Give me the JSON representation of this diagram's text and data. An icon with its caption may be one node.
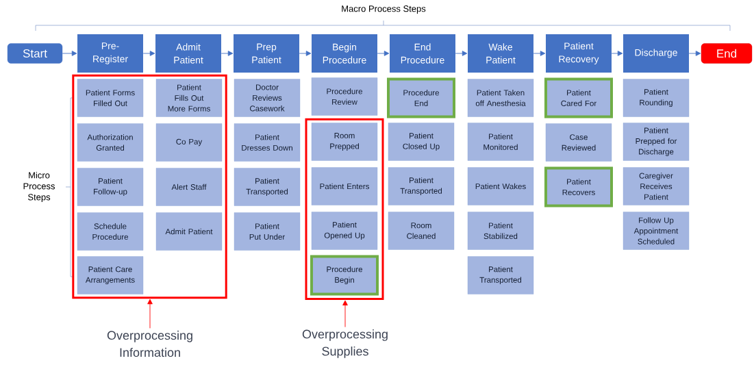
{
  "diagram": {
    "nodes": [
      {
        "text": [
          "Start"
        ]
      },
      {
        "text": [
          "Pre- Register"
        ]
      },
      {
        "text": [
          "Admit Patient"
        ]
      },
      {
        "text": [
          "Prep Patient"
        ]
      },
      {
        "text": [
          "Begin Procedure"
        ]
      },
      {
        "text": [
          "End Procedure"
        ]
      },
      {
        "text": [
          "Wake Patient"
        ]
      },
      {
        "text": [
          "Patient Recovery"
        ]
      },
      {
        "text": [
          "Discharge"
        ]
      },
      {
        "text": [
          "End"
        ]
      },
      {
        "text": [],
        "shape": "box"
      },
      {
        "text": [
          "Patient Forms Filled Out"
        ],
        "in": 10
      },
      {
        "text": [
          "Authorization Granted"
        ],
        "in": 10
      },
      {
        "text": [
          "Patient Follow-up"
        ],
        "in": 10
      },
      {
        "text": [
          "Schedule Procedure"
        ],
        "in": 10
      },
      {
        "text": [
          "Patient Care Arrangements"
        ],
        "in": 10
      },
      {
        "text": [
          "Patient Fills Out More Forms"
        ],
        "in": 10
      },
      {
        "text": [
          "Co Pay"
        ],
        "in": 10
      },
      {
        "text": [
          "Alert Staff"
        ],
        "in": 10
      },
      {
        "text": [
          "Admit Patient"
        ],
        "in": 10
      },
      {
        "text": [
          "Doctor Reviews Casework"
        ]
      },
      {
        "text": [
          "Patient Dresses Down"
        ]
      },
      {
        "text": [
          "Patient Transported"
        ]
      },
      {
        "text": [
          "Patient Put Under"
        ]
      },
      {
        "text": [
          "Procedure Review"
        ]
      },
      {
        "text": [],
        "shape": "box"
      },
      {
        "text": [
          "Room Prepped"
        ],
        "in": 25
      },
      {
        "text": [
          "Patient Enters"
        ],
        "in": 25
      },
      {
        "text": [
          "Patient Opened Up"
        ],
        "in": 25
      },
      {
        "text": [
          "Procedure Begin"
        ],
        "in": 25
      },
      {
        "text": [
          "Procedure End"
        ]
      },
      {
        "text": [
          "Patient Closed Up"
        ]
      },
      {
        "text": [
          "Patient Transported"
        ]
      },
      {
        "text": [
          "Room Cleaned"
        ]
      },
      {
        "text": [
          "Patient Taken off Anesthesia"
        ]
      },
      {
        "text": [
          "Patient Monitored"
        ]
      },
      {
        "text": [
          "Patient Wakes"
        ]
      },
      {
        "text": [
          "Patient Stabilized"
        ]
      },
      {
        "text": [
          "Patient Transported"
        ]
      },
      {
        "text": [
          "Patient Cared For"
        ]
      },
      {
        "text": [
          "Case Reviewed"
        ]
      },
      {
        "text": [
          "Patient Recovers"
        ]
      },
      {
        "text": [
          "Patient Rounding"
        ]
      },
      {
        "text": [
          "Patient Prepped for Discharge"
        ]
      },
      {
        "text": [
          "Caregiver Receives Patient"
        ]
      },
      {
        "text": [
          "Follow Up Appointment Scheduled"
        ]
      },
      {
        "text": [
          "Overprocessing Information"
        ]
      },
      {
        "text": [
          "Overprocessing Supplies"
        ]
      }
    ],
    "edges": [
      {
        "from": 0,
        "to": 1,
        "arrow": "to"
      },
      {
        "from": 1,
        "to": 2,
        "arrow": "to"
      },
      {
        "from": 2,
        "to": 3,
        "arrow": "to"
      },
      {
        "from": 3,
        "to": 4,
        "arrow": "to"
      },
      {
        "from": 4,
        "to": 5,
        "arrow": "to"
      },
      {
        "from": 5,
        "to": 6,
        "arrow": "to"
      },
      {
        "from": 6,
        "to": 7,
        "arrow": "to"
      },
      {
        "from": 7,
        "to": 8,
        "arrow": "to"
      },
      {
        "from": 8,
        "to": 9,
        "arrow": "to"
      },
      {
        "from": 46,
        "to": 10,
        "arrow": "to",
        "color": "#ff0000"
      },
      {
        "from": 47,
        "to": 25,
        "arrow": "to",
        "color": "#ff0000"
      }
    ],
    "labels": [
      "Macro Process Steps",
      "Micro Process Steps"
    ]
  }
}
